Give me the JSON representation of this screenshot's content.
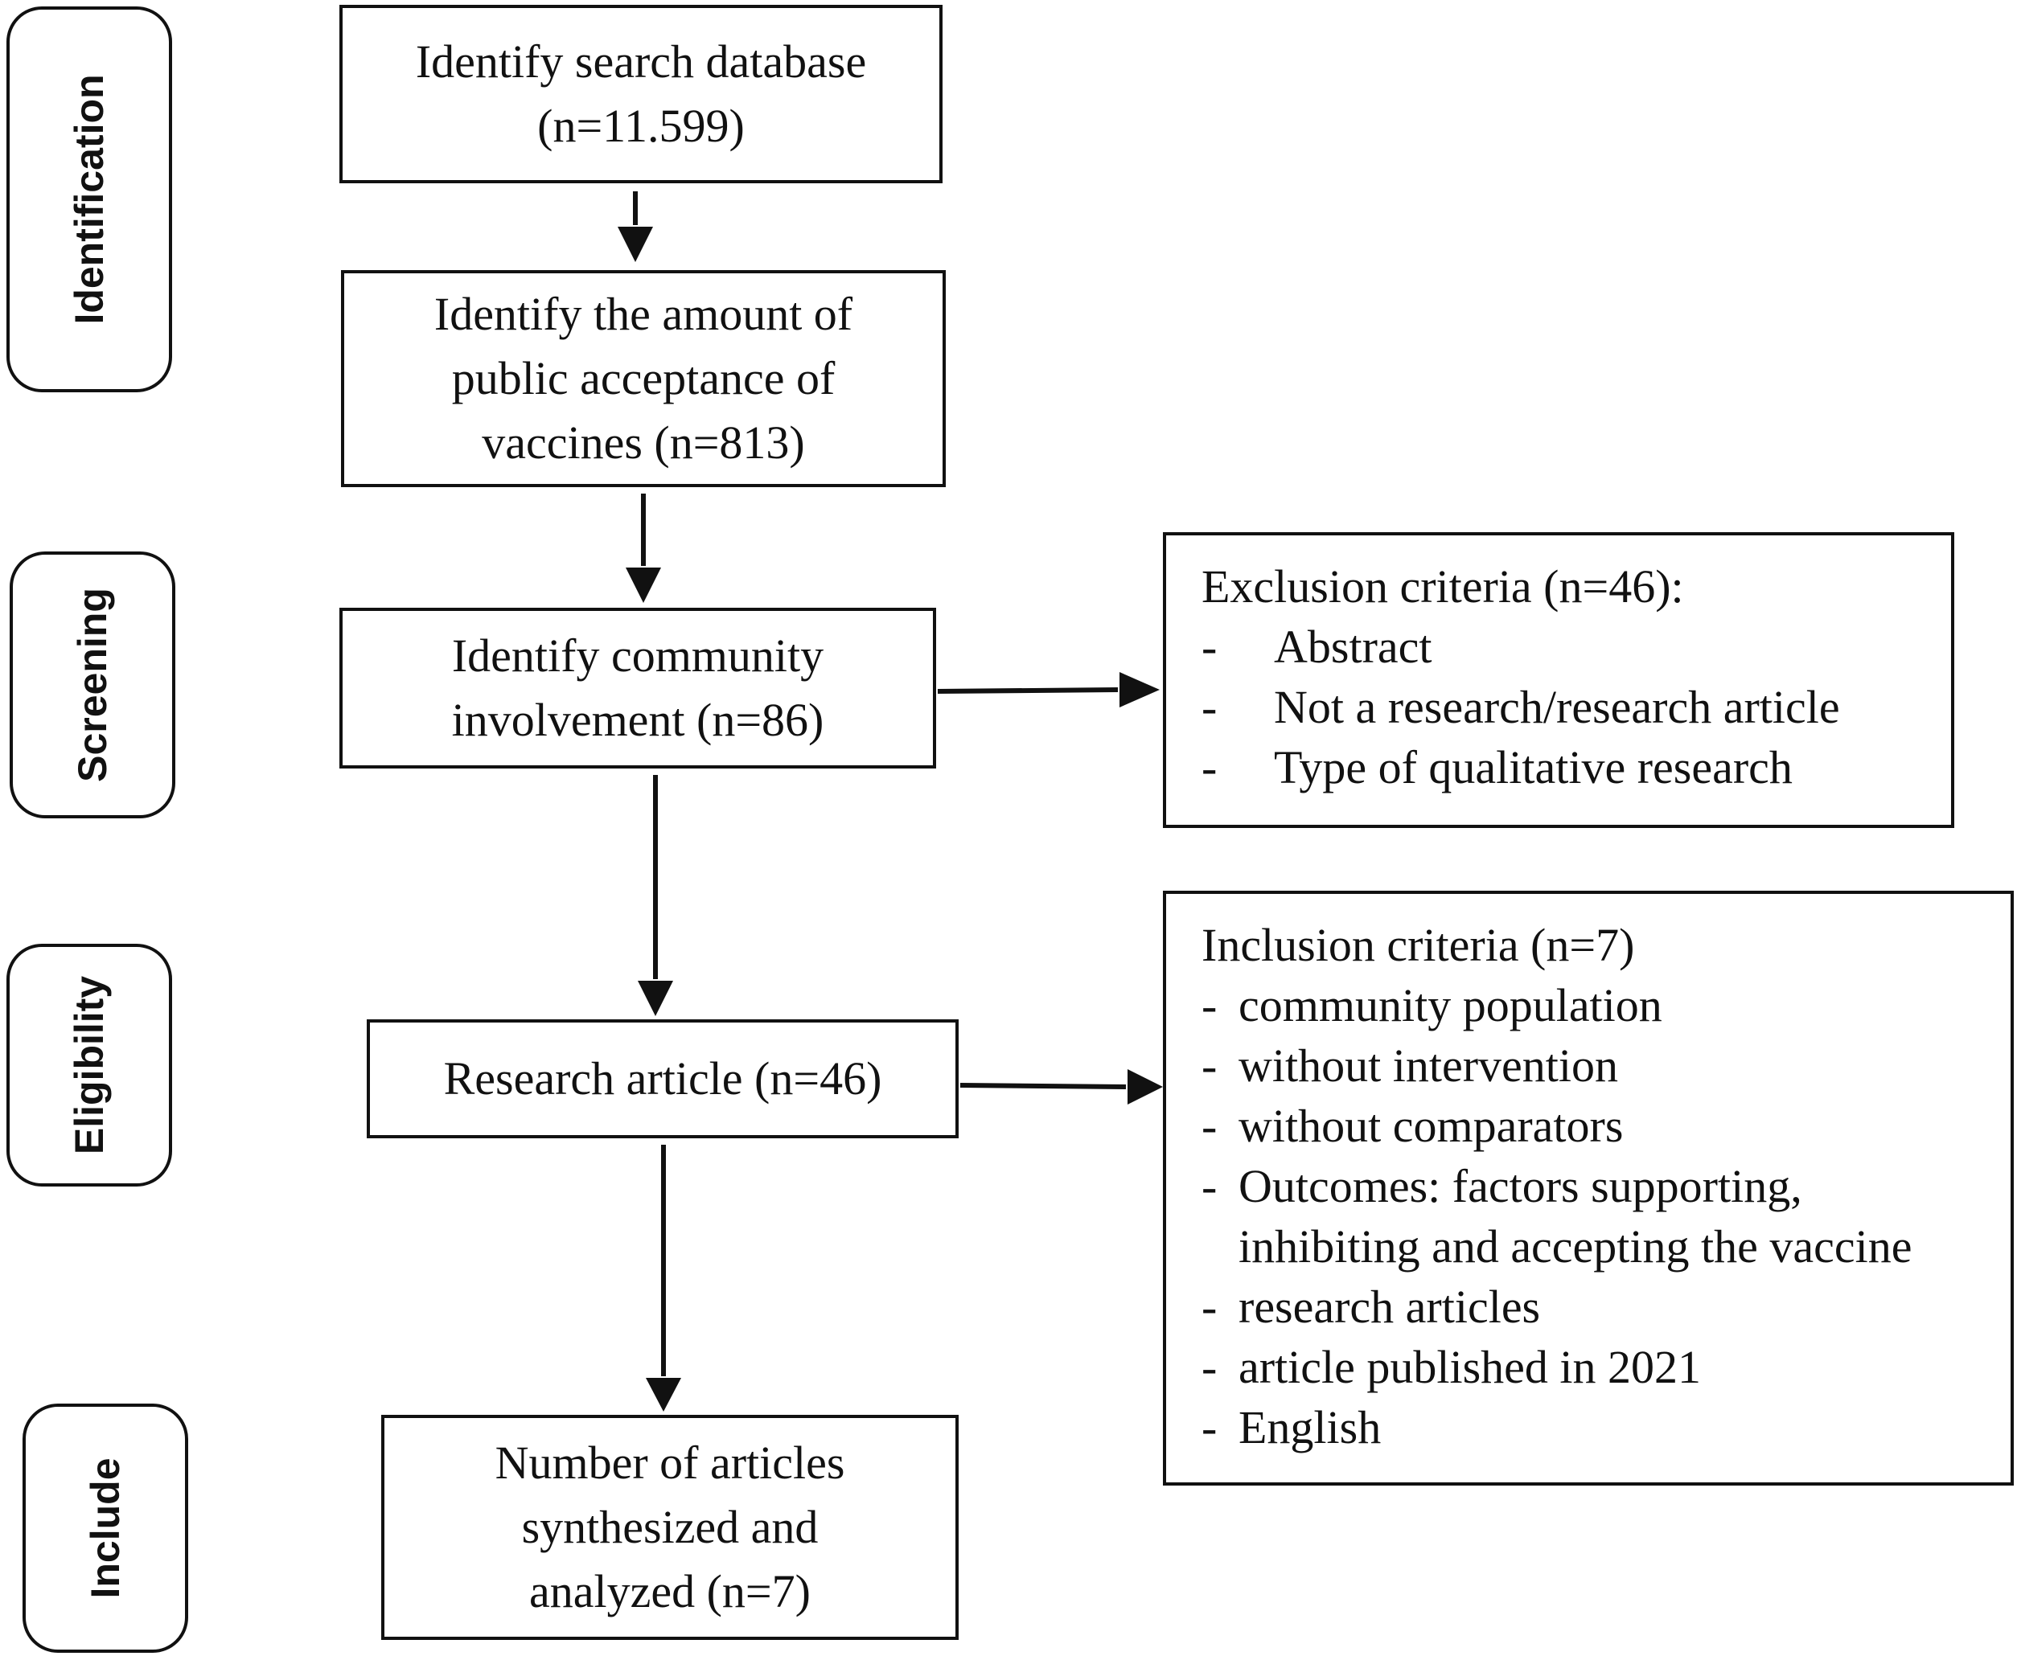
{
  "stages": {
    "identification": "Identification",
    "screening": "Screening",
    "eligibility": "Eligibility",
    "include": "Include"
  },
  "boxes": {
    "search_database": {
      "line1": "Identify search database",
      "line2": "(n=11.599)"
    },
    "public_acceptance": {
      "line1": "Identify the amount of",
      "line2": "public acceptance of",
      "line3": "vaccines (n=813)"
    },
    "community_involvement": {
      "line1": "Identify community",
      "line2": "involvement (n=86)"
    },
    "research_article": {
      "line1": "Research article (n=46)"
    },
    "articles_synthesized": {
      "line1": "Number of articles",
      "line2": "synthesized and",
      "line3": "analyzed (n=7)"
    }
  },
  "exclusion": {
    "title": "Exclusion criteria (n=46):",
    "items": [
      "Abstract",
      "Not a research/research article",
      "Type of qualitative research"
    ]
  },
  "inclusion": {
    "title": "Inclusion criteria (n=7)",
    "items": [
      "community population",
      "without intervention",
      "without comparators",
      "Outcomes: factors supporting,",
      "research articles",
      "article published in 2021",
      "English"
    ],
    "outcomes_continuation": "inhibiting and accepting the vaccine"
  },
  "bullet": "-"
}
